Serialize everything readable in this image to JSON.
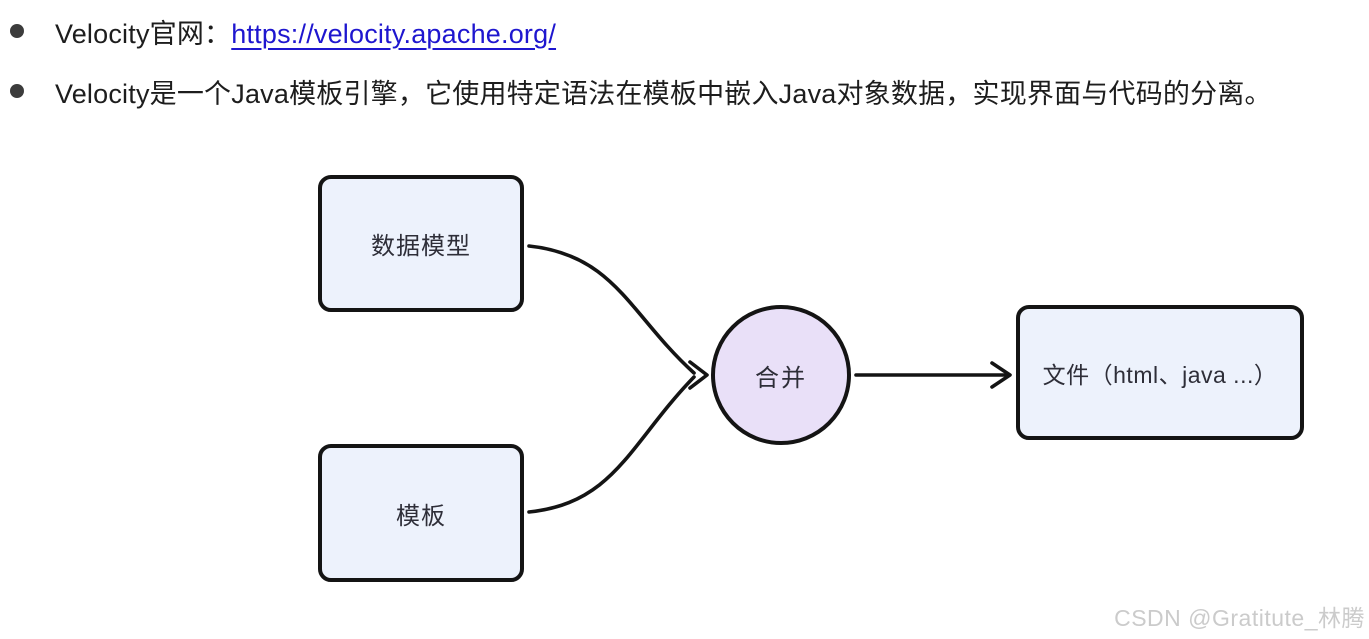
{
  "bullets": {
    "item1_prefix": "Velocity官网：",
    "item1_link": "https://velocity.apache.org/",
    "item2_text": "Velocity是一个Java模板引擎，它使用特定语法在模板中嵌入Java对象数据，实现界面与代码的分离。"
  },
  "diagram": {
    "data_model_label": "数据模型",
    "template_label": "模板",
    "merge_label": "合并",
    "output_label": "文件（html、java ...）",
    "colors": {
      "box_fill": "#edf2fc",
      "merge_fill": "#e9e0f8",
      "stroke": "#141414",
      "link_blue": "#1e16cf",
      "watermark_gray": "#cbcbcb"
    }
  },
  "watermark": {
    "text": "CSDN @Gratitute_林腾"
  }
}
